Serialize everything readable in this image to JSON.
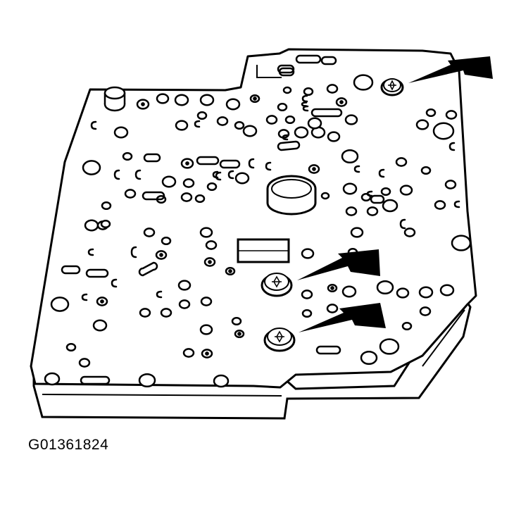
{
  "figure": {
    "caption": "G01361824",
    "subject": "valve-body-separator-plate",
    "callouts": [
      {
        "name": "arrow-bolt-top-right",
        "points_to": "bolt-top-right"
      },
      {
        "name": "arrow-bolt-middle",
        "points_to": "bolt-middle"
      },
      {
        "name": "arrow-bolt-lower",
        "points_to": "bolt-lower"
      }
    ],
    "colors": {
      "line": "#000000",
      "background": "#ffffff"
    }
  }
}
